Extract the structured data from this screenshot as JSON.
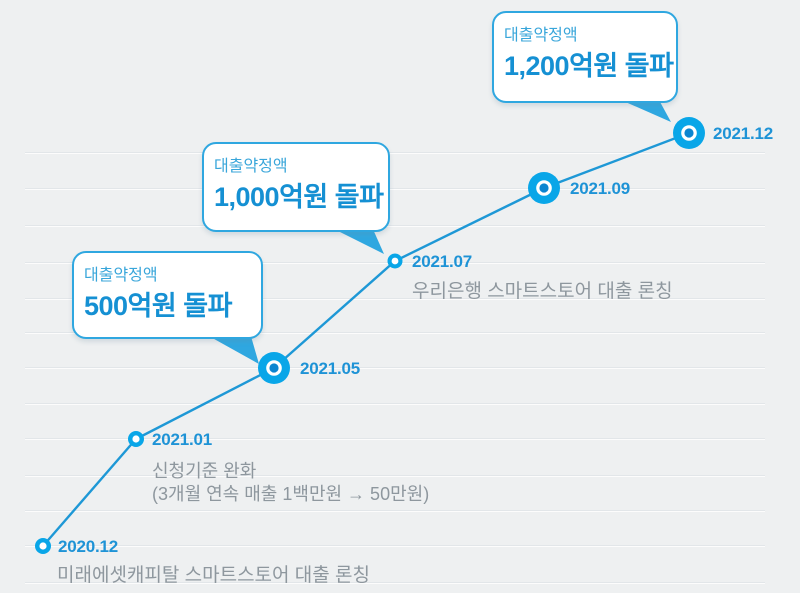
{
  "chart_data": {
    "type": "line",
    "x": [
      "2020.12",
      "2021.01",
      "2021.05",
      "2021.07",
      "2021.09",
      "2021.12"
    ],
    "series": [
      {
        "name": "대출약정액",
        "unit": "억원",
        "values": [
          null,
          null,
          500,
          1000,
          null,
          1200
        ]
      }
    ],
    "grid": "horizontal-only",
    "legend": "none",
    "annotations": [
      {
        "x": "2020.12",
        "text": "미래에셋캐피탈 스마트스토어 대출 론칭"
      },
      {
        "x": "2021.01",
        "text": "신청기준 완화 (3개월 연속 매출 1백만원 → 50만원)"
      },
      {
        "x": "2021.07",
        "text": "우리은행 스마트스토어 대출 론칭"
      }
    ],
    "callouts": [
      {
        "x": "2021.05",
        "title": "대출약정액",
        "value": "500억원 돌파"
      },
      {
        "x": "2021.07",
        "title": "대출약정액",
        "value": "1,000억원 돌파"
      },
      {
        "x": "2021.12",
        "title": "대출약정액",
        "value": "1,200억원 돌파"
      }
    ]
  },
  "date_labels": [
    "2020.12",
    "2021.01",
    "2021.05",
    "2021.07",
    "2021.09",
    "2021.12"
  ],
  "bubbles": [
    {
      "title": "대출약정액",
      "value": "500억원 돌파"
    },
    {
      "title": "대출약정액",
      "value": "1,000억원 돌파"
    },
    {
      "title": "대출약정액",
      "value": "1,200억원 돌파"
    }
  ],
  "notes": {
    "launch_mirae": "미래에셋캐피탈 스마트스토어 대출 론칭",
    "ease_line1": "신청기준 완화",
    "ease_line2": "(3개월 연속 매출 1백만원 → 50만원)",
    "launch_woori": "우리은행 스마트스토어 대출 론칭"
  },
  "colors": {
    "background": "#eef0f1",
    "gridline": "#e2e6e9",
    "line": "#1e98d6",
    "marker": "#09a6e8",
    "marker_inner": "#0c85d0",
    "bubble_border": "#2fa7e0",
    "bubble_title": "#39a6da",
    "bubble_value": "#1590d3",
    "date_label": "#1e93d6",
    "note_text": "#8e979e"
  }
}
